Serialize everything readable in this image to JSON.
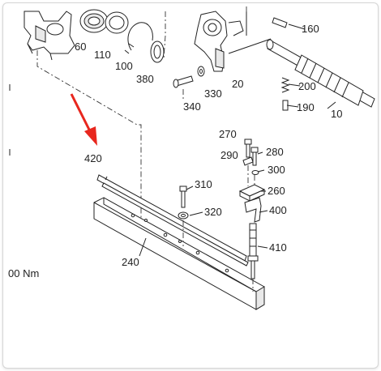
{
  "diagram": {
    "labels": {
      "p60": "60",
      "p110": "110",
      "p100": "100",
      "p380": "380",
      "p20": "20",
      "p330": "330",
      "p340": "340",
      "p160": "160",
      "p200": "200",
      "p190": "190",
      "p10": "10",
      "p420": "420",
      "p270": "270",
      "p280": "280",
      "p290": "290",
      "p300": "300",
      "p310": "310",
      "p260": "260",
      "p320": "320",
      "p400": "400",
      "p410": "410",
      "p240": "240",
      "torque": "00 Nm"
    },
    "colors": {
      "arrow": "#e8271e",
      "ink": "#222222",
      "frame_border": "#d6d6d6"
    }
  }
}
